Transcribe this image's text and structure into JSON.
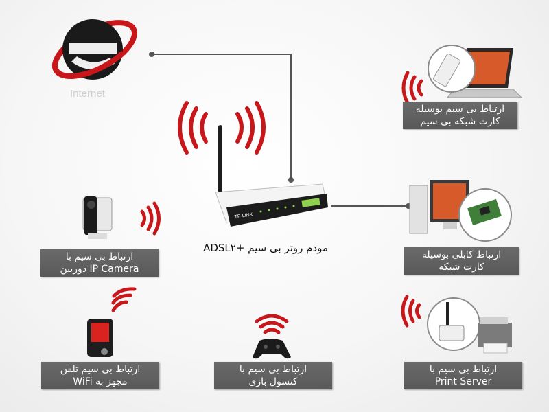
{
  "internet": {
    "label": "Internet"
  },
  "router": {
    "label": "مودم روتر بی سیم +ADSL۲",
    "brand": "TP-LINK"
  },
  "devices": {
    "laptop": {
      "line1": "ارتباط بی سیم بوسیله",
      "line2": "کارت شبکه بی سیم"
    },
    "pc": {
      "line1": "ارتباط کابلی بوسیله",
      "line2": "کارت شبکه"
    },
    "camera": {
      "line1": "ارتباط بی سیم با",
      "line2": "IP Camera دوربین"
    },
    "phone": {
      "line1": "ارتباط بی سیم تلفن",
      "line2": "مجهز به WiFi"
    },
    "console": {
      "line1": "ارتباط بی سیم با",
      "line2": "کنسول بازی"
    },
    "printer": {
      "line1": "ارتباط بی سیم با",
      "line2": "Print Server"
    }
  },
  "colors": {
    "accent": "#c8171b",
    "caption_bg": "#626262",
    "line": "#555555"
  }
}
